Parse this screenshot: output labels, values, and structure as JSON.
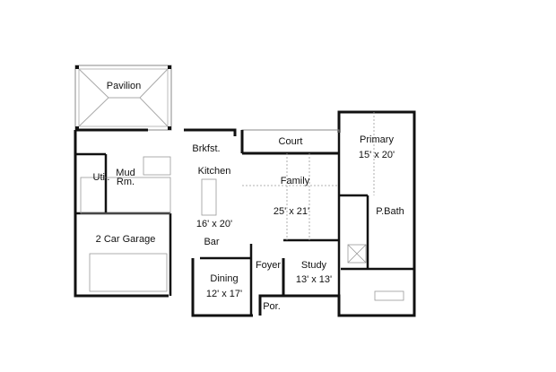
{
  "floor_plan": {
    "rooms": [
      {
        "id": "pavilion",
        "name": "Pavilion",
        "dims": ""
      },
      {
        "id": "brkfst",
        "name": "Brkfst.",
        "dims": ""
      },
      {
        "id": "kitchen",
        "name": "Kitchen",
        "dims": "16' x 20'"
      },
      {
        "id": "court",
        "name": "Court",
        "dims": ""
      },
      {
        "id": "family",
        "name": "Family",
        "dims": "25' x 21'"
      },
      {
        "id": "primary",
        "name": "Primary",
        "dims": "15' x 20'"
      },
      {
        "id": "pbath",
        "name": "P.Bath",
        "dims": ""
      },
      {
        "id": "util",
        "name": "Util.",
        "dims": ""
      },
      {
        "id": "mudrm",
        "name": "Mud Rm.",
        "dims": ""
      },
      {
        "id": "garage",
        "name": "2 Car Garage",
        "dims": ""
      },
      {
        "id": "bar",
        "name": "Bar",
        "dims": ""
      },
      {
        "id": "dining",
        "name": "Dining",
        "dims": "12' x 17'"
      },
      {
        "id": "foyer",
        "name": "Foyer",
        "dims": ""
      },
      {
        "id": "study",
        "name": "Study",
        "dims": "13' x 13'"
      },
      {
        "id": "porch",
        "name": "Por.",
        "dims": ""
      }
    ],
    "labels": {
      "pavilion": "Pavilion",
      "brkfst": "Brkfst.",
      "kitchen": "Kitchen",
      "kitchen_dims": "16' x 20'",
      "court": "Court",
      "family": "Family",
      "family_dims": "25' x 21'",
      "primary": "Primary",
      "primary_dims": "15' x 20'",
      "pbath": "P.Bath",
      "util": "Util.",
      "mud": "Mud",
      "rm": "Rm.",
      "garage": "2 Car Garage",
      "bar": "Bar",
      "dining": "Dining",
      "dining_dims": "12' x 17'",
      "foyer": "Foyer",
      "study": "Study",
      "study_dims": "13' x 13'",
      "porch": "Por."
    },
    "colors": {
      "wall": "#111111",
      "thin": "#888888",
      "hatch": "#bbbbbb"
    }
  }
}
